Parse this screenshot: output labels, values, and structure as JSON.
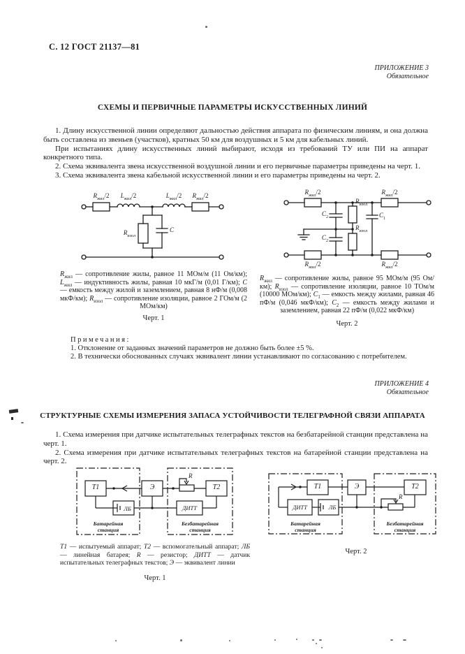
{
  "colors": {
    "ink": "#1c1c1c",
    "paper": "#ffffff"
  },
  "header": {
    "page_ref": "С. 12 ГОСТ 21137—81"
  },
  "appendix3": {
    "label": "ПРИЛОЖЕНИЕ 3",
    "sublabel": "Обязательное",
    "title": "СХЕМЫ И ПЕРВИЧНЫЕ ПАРАМЕТРЫ ИСКУССТВЕННЫХ ЛИНИЙ",
    "paragraphs": [
      "1. Длину искусственной линии определяют дальностью действия аппарата по физическим линиям, и она должна быть составлена из звеньев (участков), кратных 50 км для воздушных и 5 км для кабельных линий.",
      "При испытаниях длину искусственных линий выбирают, исходя из требований ТУ или ПИ на аппарат конкретного типа.",
      "2. Схема эквивалента звена искусственной воздушной линии и его первичные параметры приведены на черт. 1.",
      "3. Схема эквивалента звена кабельной искусственной линии и его параметры приведены на черт. 2."
    ],
    "fig1": {
      "labels": {
        "r_zhil": [
          {
            "t": "R",
            "i": 1
          },
          {
            "t": "жил",
            "sub": 1
          },
          {
            "t": "/2"
          }
        ],
        "l_zhil": [
          {
            "t": "L",
            "i": 1
          },
          {
            "t": "жил",
            "sub": 1
          },
          {
            "t": "/2"
          }
        ],
        "r_izol": [
          {
            "t": "R",
            "i": 1
          },
          {
            "t": "изол",
            "sub": 1
          }
        ],
        "c": [
          {
            "t": "C",
            "i": 1
          }
        ]
      },
      "caption": [
        {
          "t": "R",
          "i": 1
        },
        {
          "t": "жил",
          "sub": 1
        },
        {
          "t": " — сопротивление жилы, равное 11 МОм/м (11 Ом/км); "
        },
        {
          "t": "L",
          "i": 1
        },
        {
          "t": "жил",
          "sub": 1
        },
        {
          "t": " — индуктивность жилы, равная 10 мкГ/м (0,01 Г/км); "
        },
        {
          "t": "C",
          "i": 1
        },
        {
          "t": " — емкость между жилой и заземлением, равная 8 нФ/м (0,008 мкФ/км); "
        },
        {
          "t": "R",
          "i": 1
        },
        {
          "t": "изол",
          "sub": 1
        },
        {
          "t": " — сопротивление изоляции, равное 2 ГОм/м (2 МОм/км)"
        }
      ],
      "label": "Черт. 1"
    },
    "fig2": {
      "labels": {
        "r_zhil": [
          {
            "t": "R",
            "i": 1
          },
          {
            "t": "жил",
            "sub": 1
          },
          {
            "t": "/2"
          }
        ],
        "r_izol": [
          {
            "t": "R",
            "i": 1
          },
          {
            "t": "изол",
            "sub": 1
          }
        ],
        "c1": [
          {
            "t": "C",
            "i": 1
          },
          {
            "t": "1",
            "sub": 1
          }
        ],
        "c2": [
          {
            "t": "C",
            "i": 1
          },
          {
            "t": "2",
            "sub": 1
          }
        ]
      },
      "caption": [
        {
          "t": "R",
          "i": 1
        },
        {
          "t": "жил",
          "sub": 1
        },
        {
          "t": " — сопротивление жилы, равное 95 МОм/м (95 Ом/км); "
        },
        {
          "t": "R",
          "i": 1
        },
        {
          "t": "изол",
          "sub": 1
        },
        {
          "t": " — сопротивление изоляции, равное 10 ТОм/м (10000 МОм/км); "
        },
        {
          "t": "C",
          "i": 1
        },
        {
          "t": "1",
          "sub": 1
        },
        {
          "t": " — емкость между жилами, равная 46 пФ/м (0,046 мкФ/км); "
        },
        {
          "t": "C",
          "i": 1
        },
        {
          "t": "2",
          "sub": 1
        },
        {
          "t": " — емкость между жилами и заземлением, равная 22 пФ/м (0,022 мкФ/км)"
        }
      ],
      "label": "Черт. 2"
    },
    "notes": {
      "heading": "Примечания:",
      "items": [
        "1. Отклонение от заданных значений параметров не должно быть более ±5 %.",
        "2. В технически обоснованных случаях эквивалент линии устанавливают по согласованию с потребителем."
      ]
    }
  },
  "appendix4": {
    "label": "ПРИЛОЖЕНИЕ 4",
    "sublabel": "Обязательное",
    "title": "СТРУКТУРНЫЕ СХЕМЫ ИЗМЕРЕНИЯ ЗАПАСА УСТОЙЧИВОСТИ ТЕЛЕГРАФНОЙ СВЯЗИ АППАРАТА",
    "paragraphs": [
      "1. Схема измерения при датчике испытательных телеграфных текстов на безбатарейной станции представлена на черт. 1.",
      "2. Схема измерения при датчике испытательных телеграфных текстов на батарейной станции представлена на черт. 2."
    ],
    "blocks": {
      "t1": "Т1",
      "t2": "Т2",
      "e": "Э",
      "lb": "ЛБ",
      "ditt": "ДИТТ",
      "r": "R"
    },
    "stations": {
      "battery": "Батарейная\nстанция",
      "batteryless": "Безбатарейная\nстанция"
    },
    "fig1_label": "Черт. 1",
    "fig2_label": "Черт. 2",
    "legend": [
      {
        "t": "Т1",
        "i": 1
      },
      {
        "t": " — испытуемый аппарат; "
      },
      {
        "t": "Т2",
        "i": 1
      },
      {
        "t": " — вспомогательный аппарат; "
      },
      {
        "t": "ЛБ",
        "i": 1
      },
      {
        "t": " — линейная батарея; "
      },
      {
        "t": "R",
        "i": 1
      },
      {
        "t": " — резистор; "
      },
      {
        "t": "ДИТТ",
        "i": 1
      },
      {
        "t": " — датчик испытательных телеграфных текстов; "
      },
      {
        "t": "Э",
        "i": 1
      },
      {
        "t": " — эквивалент линии"
      }
    ]
  }
}
